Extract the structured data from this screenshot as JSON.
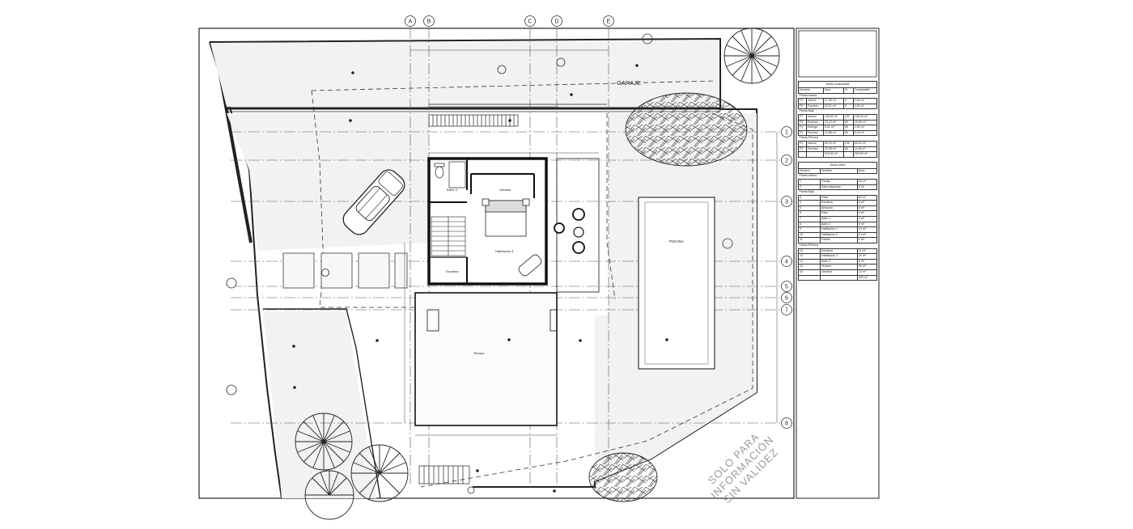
{
  "grid_columns": [
    "A",
    "B",
    "C",
    "D",
    "E"
  ],
  "grid_rows": [
    "1",
    "2",
    "3",
    "4",
    "5",
    "6",
    "7",
    "8"
  ],
  "room_labels": {
    "garage": "GARAJE",
    "pool": "PISCINA",
    "bath": "Baño 3",
    "dressing": "Vestidor",
    "bedroom": "Habitación 3",
    "stairs": "Escalera",
    "terrace": "Terraza"
  },
  "watermark": {
    "line1": "SOLO PARA INFORMACIÓN",
    "line2": "SIN VALIDEZ"
  },
  "areas_built": {
    "title": "Áreas construidas",
    "headers": [
      "Nombre",
      "Área",
      "%",
      "Computable"
    ],
    "groups": [
      {
        "name": "Planta sótano",
        "rows": [
          [
            "P0",
            "Interior",
            "27,35 m²",
            "0",
            "0,00 m²"
          ],
          [
            "P0",
            "Porches",
            "22,01 m²",
            "0",
            "0,00 m²"
          ]
        ]
      },
      {
        "name": "Planta Baja",
        "rows": [
          [
            "P1",
            "Interior",
            "136,53 m²",
            "100",
            "136,53 m²"
          ],
          [
            "P1",
            "Porches",
            "33,12 m²",
            "50",
            "16,56 m²"
          ],
          [
            "P1",
            "Entrega",
            "5,01 m²",
            "50",
            "2,50 m²"
          ],
          [
            "P1",
            "Porches",
            "12,86 m²",
            "50",
            "6,43 m²"
          ]
        ]
      },
      {
        "name": "Planta Primera",
        "rows": [
          [
            "P2",
            "Interior",
            "56,20 m²",
            "100",
            "56,20 m²"
          ],
          [
            "P2",
            "Porches",
            "22,95 m²",
            "50",
            "11,48 m²"
          ]
        ]
      }
    ],
    "total": [
      "",
      "",
      "315,83 m²",
      "",
      "229,69 m²"
    ]
  },
  "areas_useful": {
    "title": "Áreas útiles",
    "headers": [
      "Número",
      "Nombre",
      "Área"
    ],
    "groups": [
      {
        "name": "Planta sótano",
        "rows": [
          [
            "1",
            "Garaje",
            "35 m²"
          ],
          [
            "2",
            "Sala máquinas",
            "6 m²"
          ]
        ]
      },
      {
        "name": "Planta Baja",
        "rows": [
          [
            "3",
            "Estar",
            "60 m²"
          ],
          [
            "4",
            "Escalera",
            "6 m²"
          ],
          [
            "5",
            "Almacén",
            "5 m²"
          ],
          [
            "6",
            "Paso",
            "3 m²"
          ],
          [
            "7",
            "Baño 1",
            "4 m²"
          ],
          [
            "8",
            "Baño 2",
            "5 m²"
          ],
          [
            "9",
            "Habitación 1",
            "14 m²"
          ],
          [
            "10",
            "Habitación 2",
            "14 m²"
          ],
          [
            "11",
            "Pasillo",
            "4 m²"
          ]
        ]
      },
      {
        "name": "Planta Primera",
        "rows": [
          [
            "12",
            "Escalera",
            "11 m²"
          ],
          [
            "13",
            "Habitación 3",
            "20 m²"
          ],
          [
            "14",
            "Baño 3",
            "5 m²"
          ],
          [
            "15",
            "Terraza",
            "46 m²"
          ],
          [
            "16",
            "Vestidor",
            "10 m²"
          ]
        ]
      }
    ],
    "total": [
      "",
      "",
      "203 m²"
    ]
  }
}
